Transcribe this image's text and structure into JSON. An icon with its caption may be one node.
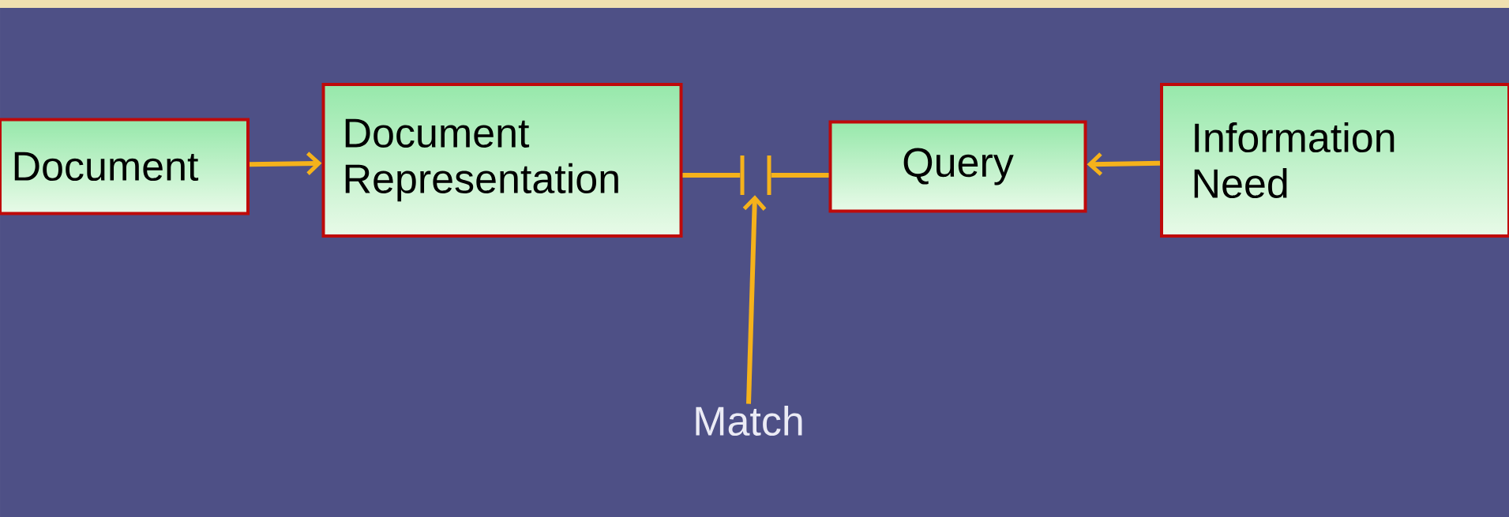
{
  "diagram": {
    "nodes": [
      {
        "text": [
          "Document"
        ]
      },
      {
        "text": [
          "Document Representation"
        ]
      },
      {
        "text": [
          "Query"
        ]
      },
      {
        "text": [
          "Information Need"
        ]
      },
      {
        "text": [
          "Match"
        ]
      },
      {
        "text": [],
        "shape": "bar"
      },
      {
        "text": [],
        "shape": "bar"
      }
    ],
    "edges": [
      {
        "from": 0,
        "to": 1,
        "arrow": "to"
      },
      {
        "from": 3,
        "to": 2,
        "arrow": "to"
      },
      {
        "from": 1,
        "to": 5,
        "arrow": "none"
      },
      {
        "from": 2,
        "to": 6,
        "arrow": "none"
      },
      {
        "from": 4,
        "to": 5,
        "arrow": "to"
      }
    ]
  }
}
